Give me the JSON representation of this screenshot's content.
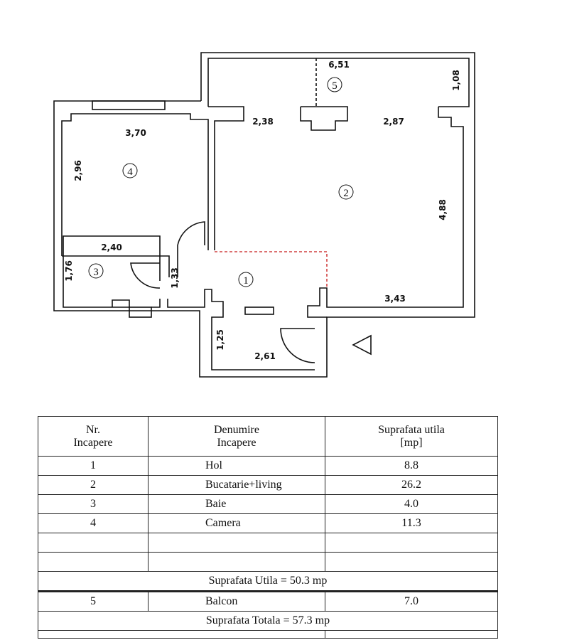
{
  "plan": {
    "dimensions": {
      "balcony_length": "6,51",
      "balcony_width": "1,08",
      "living_top_left": "2,38",
      "living_top_right": "2,87",
      "living_height": "4,88",
      "living_bottom": "3,43",
      "room4_width": "3,70",
      "room4_height": "2,96",
      "bath_width": "2,40",
      "bath_height": "1,76",
      "hall_width": "1,33",
      "entry_height": "1,25",
      "entry_width": "2,61"
    },
    "room_numbers": [
      "1",
      "2",
      "3",
      "4",
      "5"
    ],
    "wall_color": "#111111",
    "partition_color": "#d04040"
  },
  "table": {
    "headers": [
      "Nr. Incapere",
      "Denumire Incapere",
      "Suprafata utila [mp]"
    ],
    "header_lines": [
      [
        "Nr.",
        "Incapere"
      ],
      [
        "Denumire",
        "Incapere"
      ],
      [
        "Suprafata utila",
        "[mp]"
      ]
    ],
    "rows": [
      {
        "nr": "1",
        "name": "Hol",
        "area": "8.8"
      },
      {
        "nr": "2",
        "name": "Bucatarie+living",
        "area": "26.2"
      },
      {
        "nr": "3",
        "name": "Baie",
        "area": "4.0"
      },
      {
        "nr": "4",
        "name": "Camera",
        "area": "11.3"
      }
    ],
    "subtotal": "Suprafata Utila = 50.3 mp",
    "balcony_row": {
      "nr": "5",
      "name": "Balcon",
      "area": "7.0"
    },
    "total": "Suprafata Totala = 57.3 mp"
  }
}
